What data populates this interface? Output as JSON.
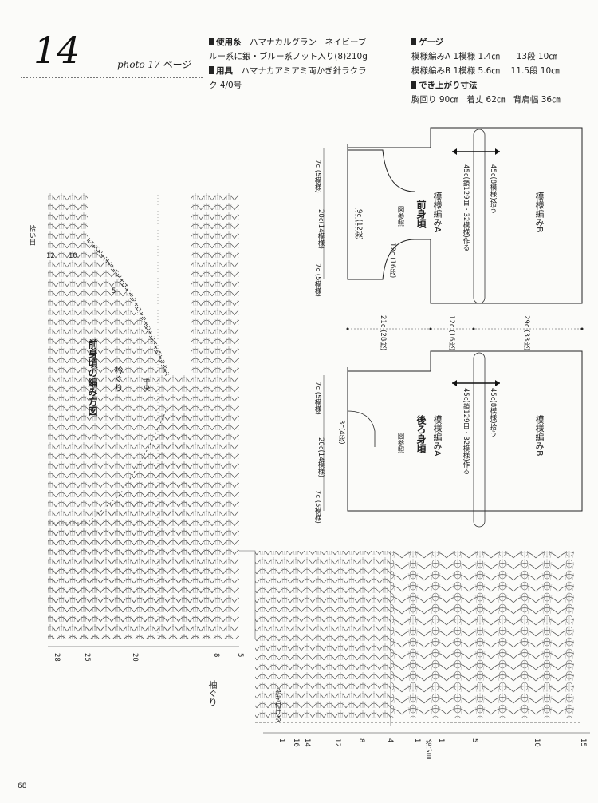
{
  "header": {
    "pattern_number": "14",
    "photo_ref_italic": "photo 17",
    "photo_ref_suffix": "ページ"
  },
  "materials": {
    "yarn_label": "使用糸",
    "yarn_text_1": "ハマナカルグラン　ネイビーブ",
    "yarn_text_2": "ルー系に銀・ブルー系ノット入り(8)210g",
    "tools_label": "用具",
    "tools_text_1": "ハマナカアミアミ両かぎ針ラクラ",
    "tools_text_2": "ク 4/0号"
  },
  "gauge": {
    "label": "ゲージ",
    "line_a": "模様編みA 1模様 1.4㎝　　13段 10㎝",
    "line_b": "模様編みB 1模様 5.6㎝　 11.5段 10㎝",
    "finished_label": "でき上がり寸法",
    "finished_text": "胸回り 90㎝　着丈 62㎝　背肩幅 36㎝"
  },
  "chart": {
    "title": "前身頃の編み方図",
    "neckline": "衿ぐり",
    "center": "中央",
    "armhole": "袖ぐり",
    "pick_up_top": "拾い目",
    "pick_up_bottom": "拾い目",
    "yarn_attach": "糸を付ける",
    "row_labels_left": [
      "12",
      "10",
      "5"
    ],
    "col_labels": [
      "28",
      "25",
      "20",
      "8",
      "5"
    ],
    "bottom_labels": [
      "1",
      "16",
      "14",
      "12",
      "8",
      "4",
      "1",
      "15",
      "10",
      "5",
      "1"
    ]
  },
  "schematic_front": {
    "name": "前身頃",
    "pattern_a": "模様編みA",
    "pattern_b": "模様編みB",
    "ref": "図参照",
    "dim_shoulder": "7c (5模様)",
    "dim_width": "20c(14模様)",
    "dim_side": "7c (5模様)",
    "dim_neck_depth": "9c (12段)",
    "dim_neck_lower": "12c (16段)",
    "dim_make": "45c(鎖129目・32模様)作る",
    "dim_pick": "45c(8模様)拾う"
  },
  "schematic_back": {
    "name": "後ろ身頃",
    "pattern_a": "模様編みA",
    "pattern_b": "模様編みB",
    "ref": "図参照",
    "dim_shoulder": "7c (5模様)",
    "dim_width": "20c(14模様)",
    "dim_side": "7c (5模様)",
    "dim_neck_depth": "3c(4段)",
    "dim_make": "45c(鎖129目・32模様)作る",
    "dim_pick": "45c(8模様)拾う"
  },
  "length_dims": {
    "d1": "21c (28段)",
    "d2": "12c (16段)",
    "d3": "29c (33段)"
  },
  "page_number": "68"
}
